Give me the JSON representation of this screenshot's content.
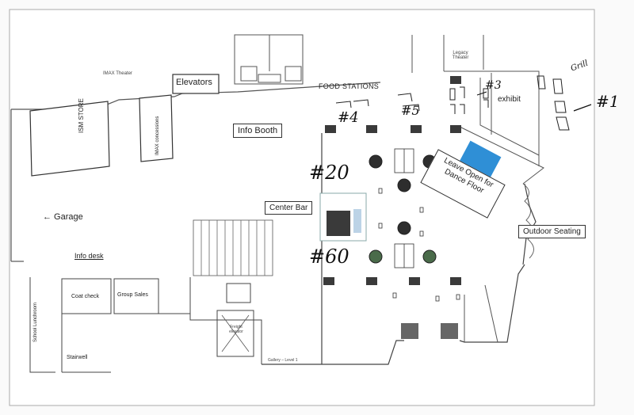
{
  "labels": {
    "imax_theater": "IMAX Theater",
    "elevators": "Elevators",
    "food_stations": "FOOD STATIONS",
    "legacy_theater": "Legacy Theater",
    "ism_store": "ISM STORE",
    "imax_concessions": "IMAX concessions",
    "info_booth": "Info Booth",
    "exhibit": "exhibit",
    "leave_open": "Leave Open for Dance Floor",
    "center_bar": "Center Bar",
    "outdoor_seating": "Outdoor Seating",
    "garage": "← Garage",
    "info_desk": "Info desk",
    "coat_check": "Coat check",
    "group_sales": "Group Sales",
    "school_lunchroom": "School Lunchroom",
    "stairwell": "Stairwell",
    "freight_elevator": "Freight elevator",
    "gallery_level": "Gallery – Level 1"
  },
  "handwritten": {
    "s1": "#1",
    "s3": "#3",
    "s4": "#4",
    "s5": "#5",
    "t20": "#20",
    "t60": "#60",
    "grill": "Grill"
  },
  "colors": {
    "dance_floor": "#2f8fd6",
    "bar_dark": "#3a3a3a",
    "bar_light": "#bcd3e6",
    "table_dark": "#2e2e2e",
    "table_green": "#4a6b4a"
  }
}
